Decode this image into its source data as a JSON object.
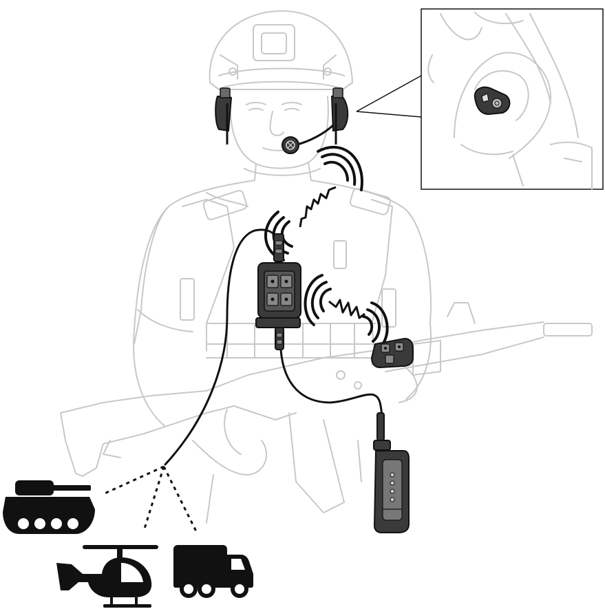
{
  "diagram": {
    "components": [
      {
        "id": "soldier",
        "icon": "soldier-figure"
      },
      {
        "id": "helmet-headset",
        "icon": "headset-icon"
      },
      {
        "id": "boom-microphone",
        "icon": "microphone-icon"
      },
      {
        "id": "in-ear-earplug",
        "icon": "earplug-icon"
      },
      {
        "id": "control-hub",
        "icon": "ptt-hub-icon"
      },
      {
        "id": "wireless-ptt",
        "icon": "ptt-button-icon"
      },
      {
        "id": "handheld-radio",
        "icon": "radio-icon"
      },
      {
        "id": "rifle",
        "icon": "rifle-icon"
      }
    ],
    "links": [
      {
        "from": "helmet-headset",
        "to": "control-hub",
        "type": "wireless"
      },
      {
        "from": "wireless-ptt",
        "to": "control-hub",
        "type": "wireless"
      },
      {
        "from": "control-hub",
        "to": "handheld-radio",
        "type": "cable"
      },
      {
        "from": "control-hub",
        "to": "vehicle-intercom",
        "type": "cable"
      }
    ],
    "vehicle_connections": [
      {
        "icon": "tank-icon"
      },
      {
        "icon": "helicopter-icon"
      },
      {
        "icon": "truck-icon"
      }
    ],
    "colors": {
      "outline": "#c8c8c8",
      "ink": "#111111",
      "device": "#3a3a3a"
    }
  }
}
